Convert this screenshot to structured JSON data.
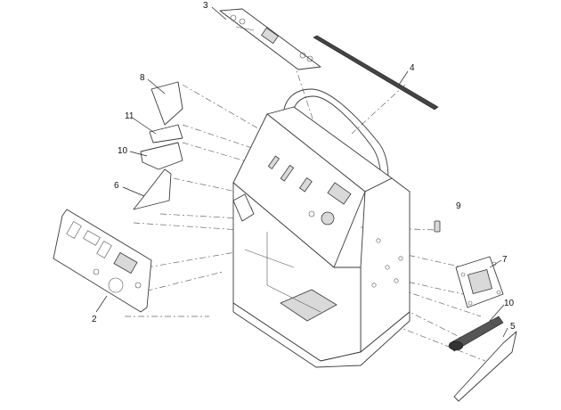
{
  "callouts": [
    {
      "id": "c3",
      "text": "3"
    },
    {
      "id": "c4",
      "text": "4"
    },
    {
      "id": "c8",
      "text": "8"
    },
    {
      "id": "c11",
      "text": "11"
    },
    {
      "id": "c10a",
      "text": "10"
    },
    {
      "id": "c6",
      "text": "6"
    },
    {
      "id": "c9",
      "text": "9"
    },
    {
      "id": "c7",
      "text": "7"
    },
    {
      "id": "c10b",
      "text": "10"
    },
    {
      "id": "c5",
      "text": "5"
    },
    {
      "id": "c2",
      "text": "2"
    }
  ]
}
